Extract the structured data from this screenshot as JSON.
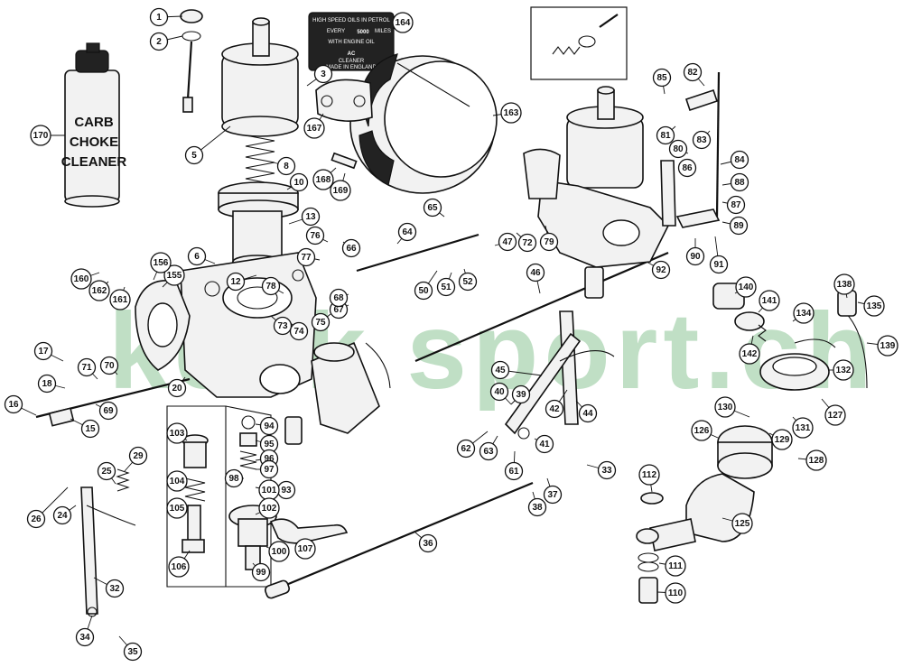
{
  "diagram": {
    "watermark": "keck sport.ch",
    "can_label": [
      "CARB",
      "CHOKE",
      "CLEANER"
    ],
    "plate_text": {
      "line1": "HIGH SPEED OILS IN PETROL",
      "line2": "EVERY",
      "miles_value": "5000",
      "miles_unit": "MILES",
      "line4": "WITH ENGINE OIL",
      "brand": "AC",
      "line6": "CLEANER",
      "line7": "MADE IN ENGLAND"
    },
    "callouts": [
      {
        "n": "1"
      },
      {
        "n": "2"
      },
      {
        "n": "3"
      },
      {
        "n": "5"
      },
      {
        "n": "6"
      },
      {
        "n": "8"
      },
      {
        "n": "10"
      },
      {
        "n": "12"
      },
      {
        "n": "13"
      },
      {
        "n": "15"
      },
      {
        "n": "16"
      },
      {
        "n": "17"
      },
      {
        "n": "18"
      },
      {
        "n": "20"
      },
      {
        "n": "24"
      },
      {
        "n": "25"
      },
      {
        "n": "26"
      },
      {
        "n": "29"
      },
      {
        "n": "32"
      },
      {
        "n": "33"
      },
      {
        "n": "34"
      },
      {
        "n": "35"
      },
      {
        "n": "36"
      },
      {
        "n": "37"
      },
      {
        "n": "38"
      },
      {
        "n": "39"
      },
      {
        "n": "40"
      },
      {
        "n": "41"
      },
      {
        "n": "42"
      },
      {
        "n": "44"
      },
      {
        "n": "45"
      },
      {
        "n": "46"
      },
      {
        "n": "47"
      },
      {
        "n": "50"
      },
      {
        "n": "51"
      },
      {
        "n": "52"
      },
      {
        "n": "61"
      },
      {
        "n": "62"
      },
      {
        "n": "63"
      },
      {
        "n": "64"
      },
      {
        "n": "65"
      },
      {
        "n": "66"
      },
      {
        "n": "67"
      },
      {
        "n": "68"
      },
      {
        "n": "69"
      },
      {
        "n": "70"
      },
      {
        "n": "71"
      },
      {
        "n": "72"
      },
      {
        "n": "73"
      },
      {
        "n": "74"
      },
      {
        "n": "75"
      },
      {
        "n": "76"
      },
      {
        "n": "77"
      },
      {
        "n": "78"
      },
      {
        "n": "79"
      },
      {
        "n": "80"
      },
      {
        "n": "81"
      },
      {
        "n": "82"
      },
      {
        "n": "83"
      },
      {
        "n": "84"
      },
      {
        "n": "85"
      },
      {
        "n": "86"
      },
      {
        "n": "87"
      },
      {
        "n": "88"
      },
      {
        "n": "89"
      },
      {
        "n": "90"
      },
      {
        "n": "91"
      },
      {
        "n": "92"
      },
      {
        "n": "93"
      },
      {
        "n": "94"
      },
      {
        "n": "95"
      },
      {
        "n": "96"
      },
      {
        "n": "97"
      },
      {
        "n": "98"
      },
      {
        "n": "99"
      },
      {
        "n": "100"
      },
      {
        "n": "101"
      },
      {
        "n": "102"
      },
      {
        "n": "103"
      },
      {
        "n": "104"
      },
      {
        "n": "105"
      },
      {
        "n": "106"
      },
      {
        "n": "107"
      },
      {
        "n": "110"
      },
      {
        "n": "111"
      },
      {
        "n": "112"
      },
      {
        "n": "125"
      },
      {
        "n": "126"
      },
      {
        "n": "127"
      },
      {
        "n": "128"
      },
      {
        "n": "129"
      },
      {
        "n": "130"
      },
      {
        "n": "131"
      },
      {
        "n": "132"
      },
      {
        "n": "134"
      },
      {
        "n": "135"
      },
      {
        "n": "138"
      },
      {
        "n": "139"
      },
      {
        "n": "140"
      },
      {
        "n": "141"
      },
      {
        "n": "142"
      },
      {
        "n": "155"
      },
      {
        "n": "156"
      },
      {
        "n": "160"
      },
      {
        "n": "161"
      },
      {
        "n": "162"
      },
      {
        "n": "163"
      },
      {
        "n": "164"
      },
      {
        "n": "167"
      },
      {
        "n": "168"
      },
      {
        "n": "169"
      },
      {
        "n": "170"
      }
    ]
  }
}
